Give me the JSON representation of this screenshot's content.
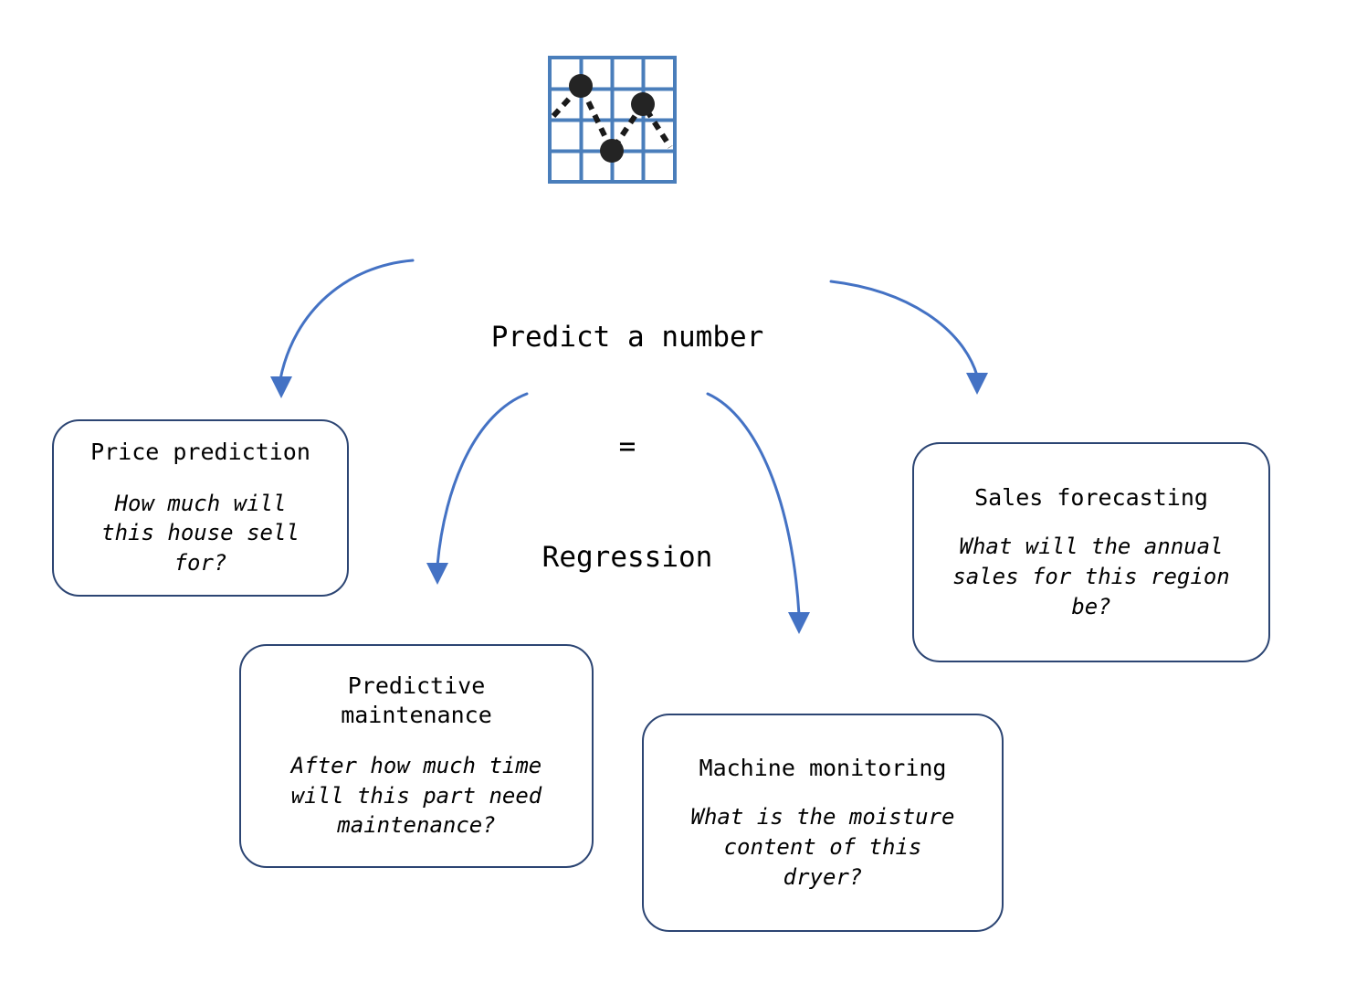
{
  "diagram": {
    "icon": {
      "name": "scatter-grid-chart-icon",
      "grid_color": "#4a7ebb",
      "point_color": "#1a1a1a",
      "points": 3
    },
    "center": {
      "line1": "Predict a number",
      "line2": "=",
      "line3": "Regression"
    },
    "arrow_color": "#4472c4",
    "box_border_color": "#2c4573",
    "boxes": [
      {
        "id": "price-prediction",
        "title": "Price prediction",
        "question": "How much will\nthis house sell\nfor?"
      },
      {
        "id": "predictive-maintenance",
        "title": "Predictive\nmaintenance",
        "question": "After how much time\nwill this part need\nmaintenance?"
      },
      {
        "id": "machine-monitoring",
        "title": "Machine monitoring",
        "question": "What is the moisture\ncontent of this\ndryer?"
      },
      {
        "id": "sales-forecasting",
        "title": "Sales forecasting",
        "question": "What will the annual\nsales for this region\nbe?"
      }
    ],
    "arrows": [
      {
        "id": "arrow-to-price-prediction",
        "from": "center",
        "to": "price-prediction"
      },
      {
        "id": "arrow-to-predictive-maintenance",
        "from": "center",
        "to": "predictive-maintenance"
      },
      {
        "id": "arrow-to-machine-monitoring",
        "from": "center",
        "to": "machine-monitoring"
      },
      {
        "id": "arrow-to-sales-forecasting",
        "from": "center",
        "to": "sales-forecasting"
      }
    ]
  }
}
